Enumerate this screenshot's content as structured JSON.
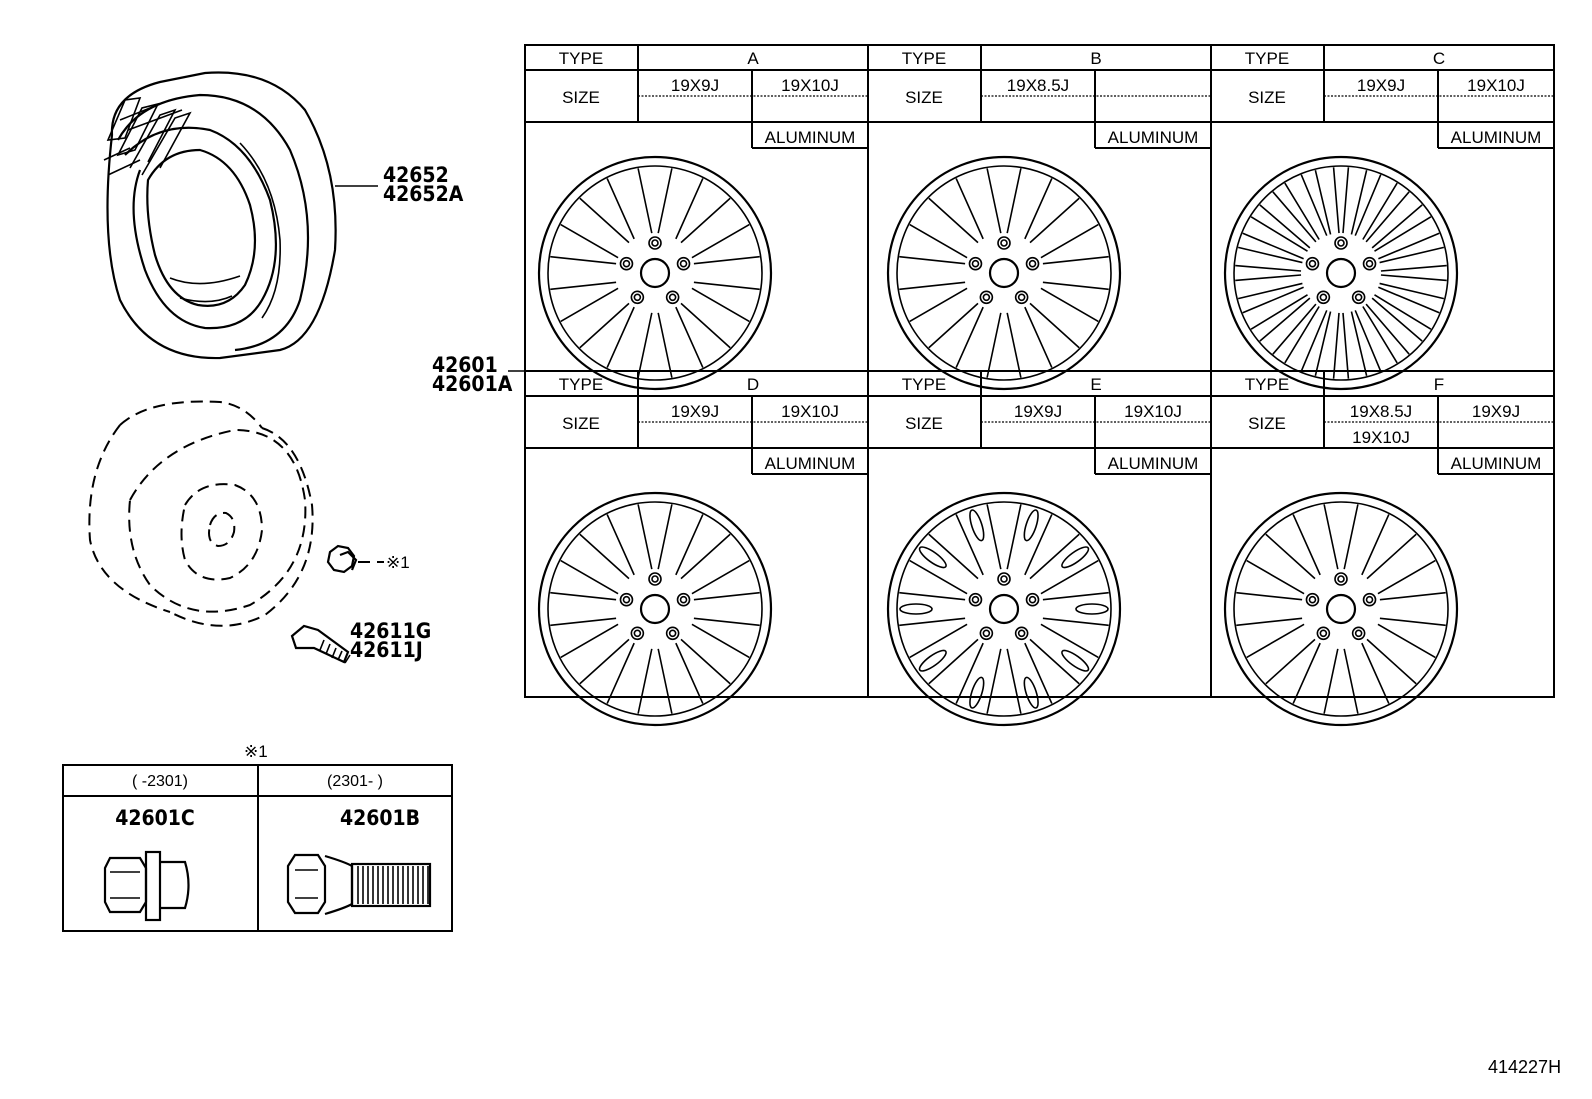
{
  "callouts": {
    "tire": [
      "42652",
      "42652A"
    ],
    "wheel": [
      "42601",
      "42601A"
    ],
    "valve": [
      "42611G",
      "42611J"
    ],
    "nut_ref": "※1"
  },
  "wheel_table": {
    "type_label": "TYPE",
    "size_label": "SIZE",
    "material_label": "ALUMINUM",
    "types": [
      {
        "code": "A",
        "sizes": [
          "19X9J",
          "19X10J"
        ]
      },
      {
        "code": "B",
        "sizes": [
          "19X8.5J"
        ]
      },
      {
        "code": "C",
        "sizes": [
          "19X9J",
          "19X10J"
        ]
      },
      {
        "code": "D",
        "sizes": [
          "19X9J",
          "19X10J"
        ]
      },
      {
        "code": "E",
        "sizes": [
          "19X9J",
          "19X10J"
        ]
      },
      {
        "code": "F",
        "sizes": [
          "19X8.5J",
          "19X9J",
          "19X10J"
        ]
      }
    ]
  },
  "nut_table": {
    "title": "※1",
    "columns": [
      {
        "range": "(      -2301)",
        "part": "42601C"
      },
      {
        "range": "(2301-      )",
        "part": "42601B"
      }
    ]
  },
  "figure_id": "414227H"
}
